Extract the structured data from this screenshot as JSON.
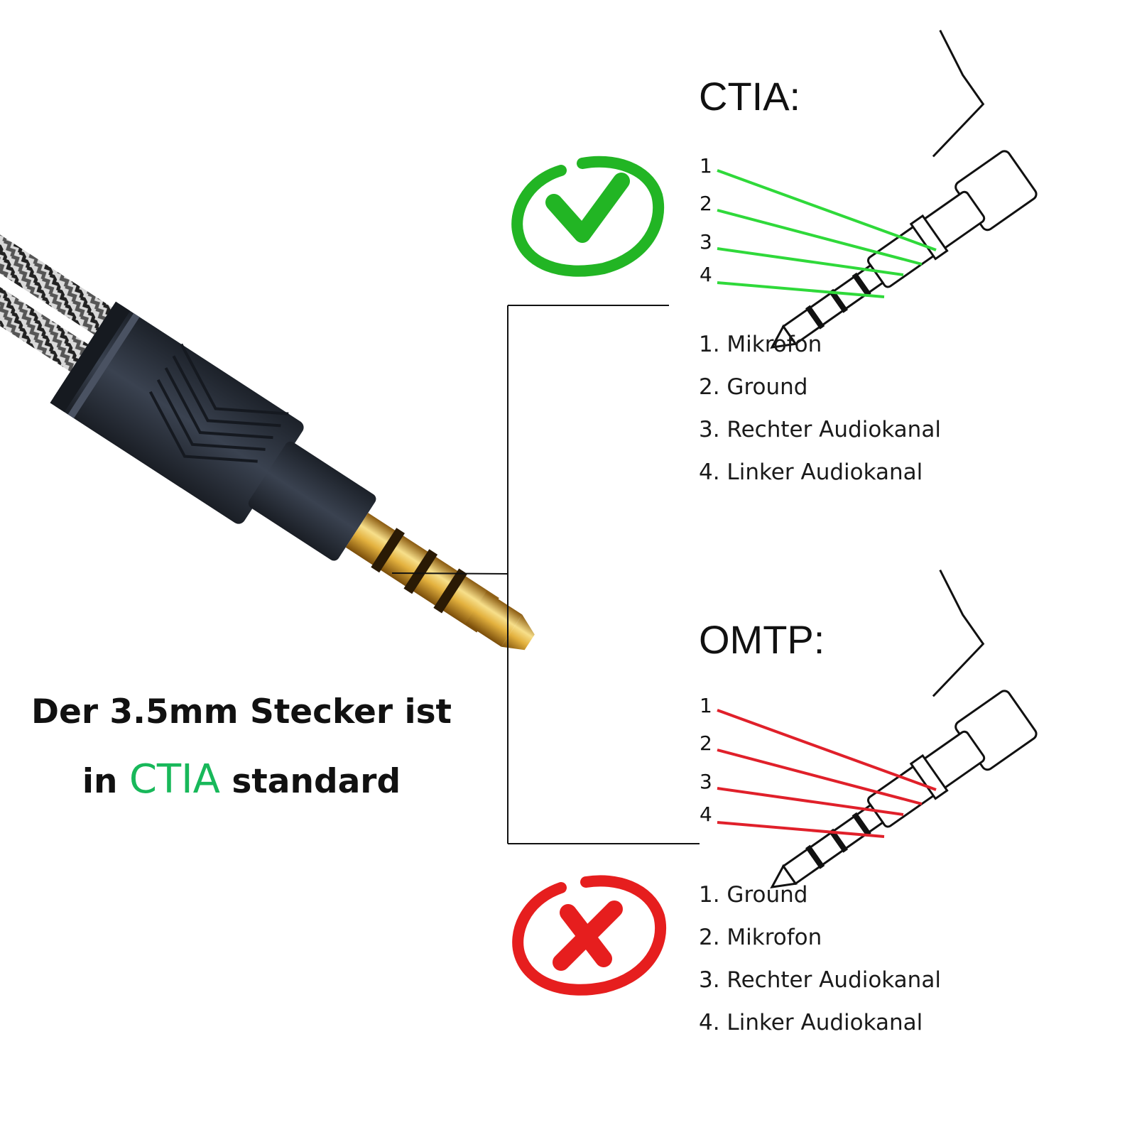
{
  "ctia": {
    "heading": "CTIA:",
    "pin_numbers": [
      "1",
      "2",
      "3",
      "4"
    ],
    "pins": [
      "1. Mikrofon",
      "2. Ground",
      "3. Rechter Audiokanal",
      "4. Linker Audiokanal"
    ],
    "line_color": "#2fd93a",
    "status": "check-icon"
  },
  "omtp": {
    "heading": "OMTP:",
    "pin_numbers": [
      "1",
      "2",
      "3",
      "4"
    ],
    "pins": [
      "1. Ground",
      "2. Mikrofon",
      "3. Rechter Audiokanal",
      "4. Linker Audiokanal"
    ],
    "line_color": "#e0202a",
    "status": "cross-icon"
  },
  "caption": {
    "line1": "Der 3.5mm Stecker ist",
    "line2_prefix": "in",
    "line2_highlight": "CTIA",
    "line2_suffix": "standard",
    "highlight_color": "#18b85a"
  },
  "colors": {
    "check": "#22b524",
    "cross": "#e61e1e",
    "plug_body": "#2e3440",
    "gold": "#e3b13e"
  }
}
